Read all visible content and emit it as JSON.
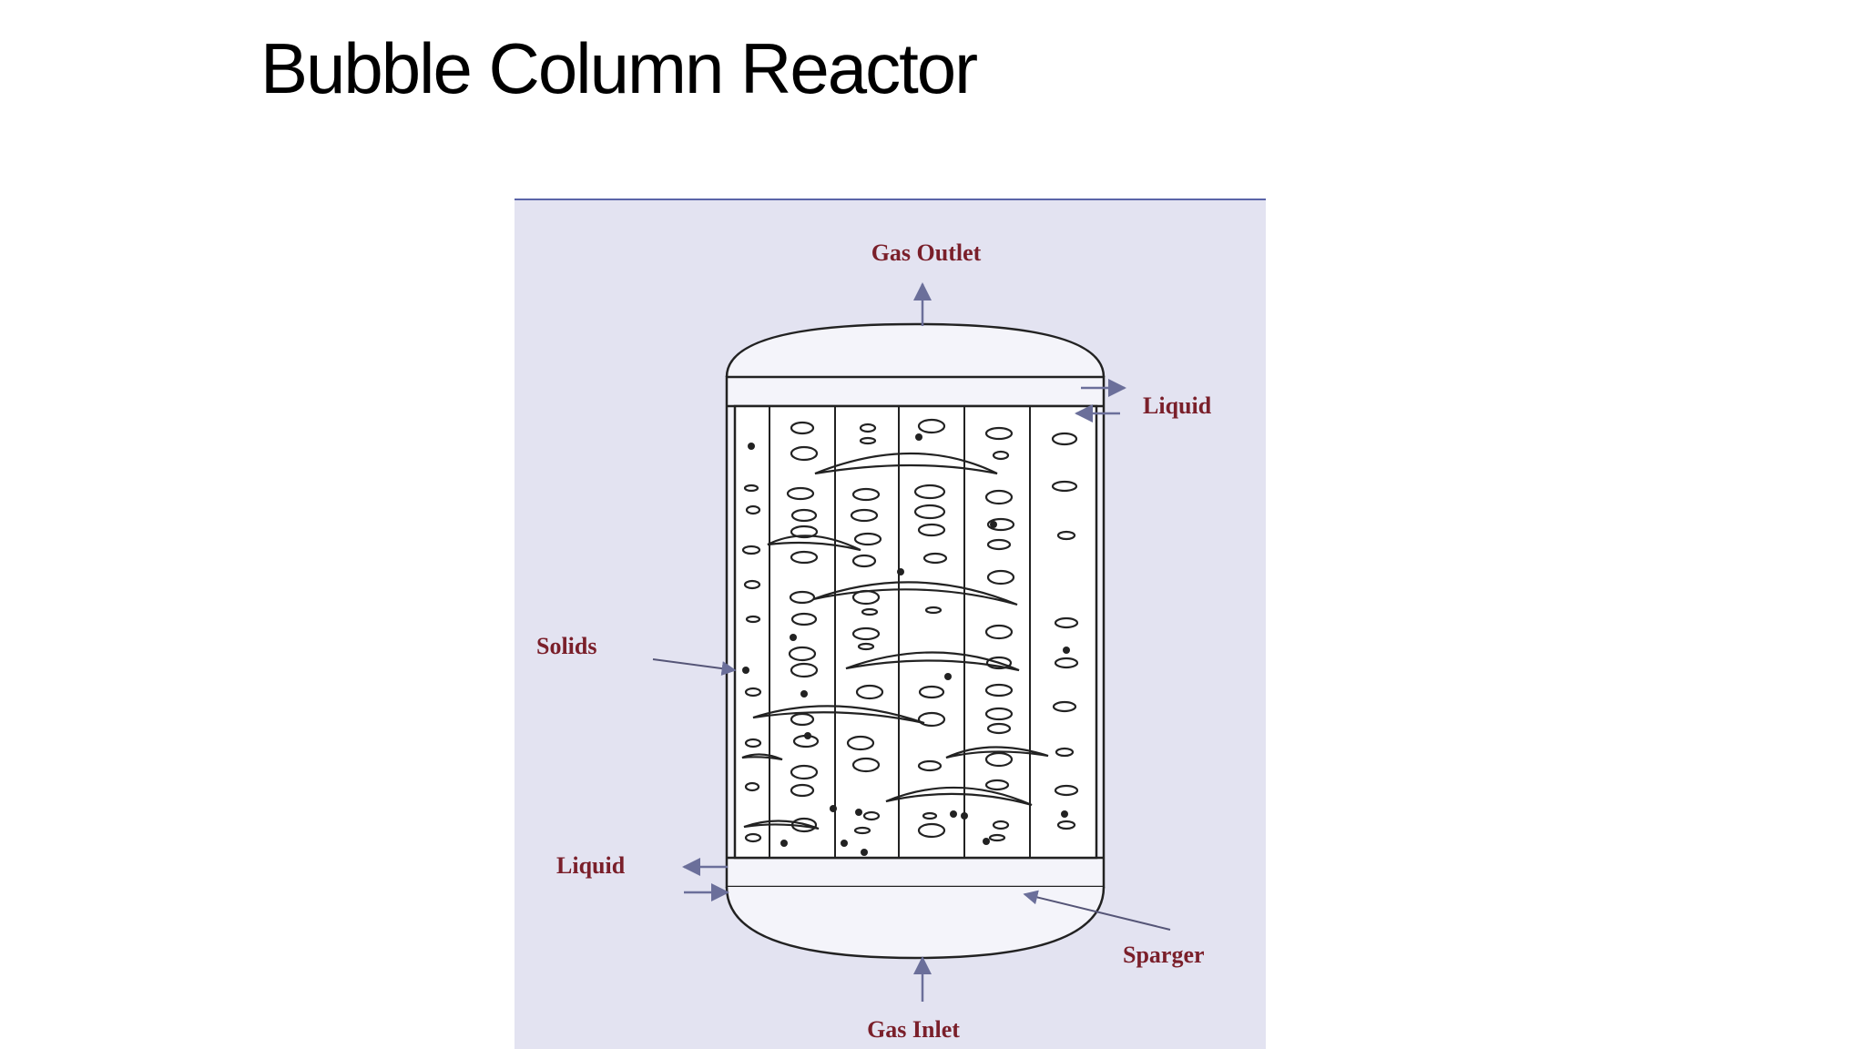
{
  "slide": {
    "title": "Bubble Column Reactor"
  },
  "diagram": {
    "labels": {
      "gas_outlet": "Gas Outlet",
      "liquid_out_top": "Liquid",
      "solids": "Solids",
      "liquid_bottom": "Liquid",
      "sparger": "Sparger",
      "gas_inlet": "Gas Inlet"
    },
    "colors": {
      "panel_background": "#e3e3f1",
      "label_text": "#7a1f2a",
      "arrow": "#6b6f9a",
      "outline": "#222222"
    }
  }
}
